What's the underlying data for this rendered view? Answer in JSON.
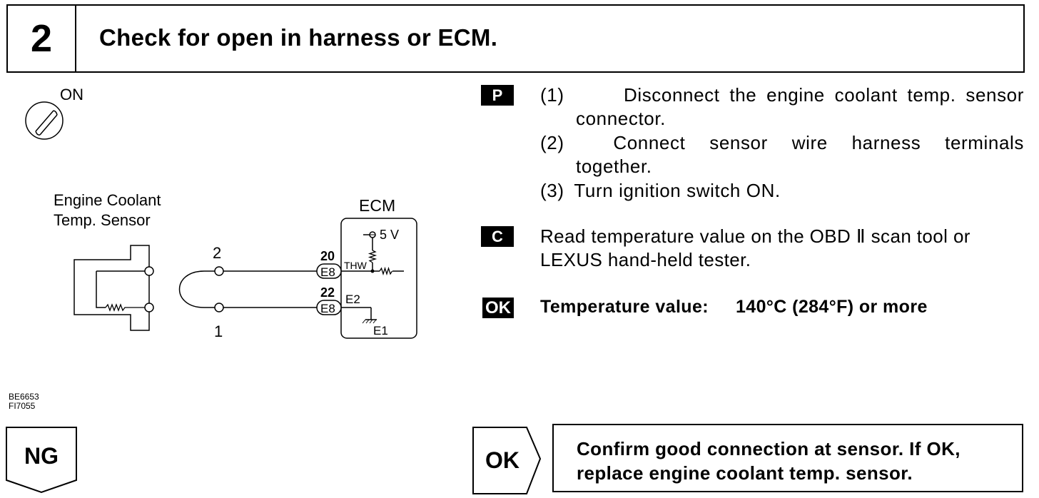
{
  "header": {
    "step_number": "2",
    "title": "Check for open in harness or ECM."
  },
  "diagram": {
    "ignition_label": "ON",
    "sensor_label_line1": "Engine Coolant",
    "sensor_label_line2": "Temp. Sensor",
    "ecm_label": "ECM",
    "supply_label": "5 V",
    "terminal_2": "2",
    "terminal_1": "1",
    "pin_thw_number": "20",
    "pin_thw_connector": "E8",
    "pin_thw_name": "THW",
    "pin_e2_number": "22",
    "pin_e2_connector": "E8",
    "pin_e2_name": "E2",
    "ground_label": "E1"
  },
  "figure_codes": [
    "BE6653",
    "FI7055"
  ],
  "instructions": {
    "p_badge": "P",
    "steps": [
      {
        "num": "(1)",
        "line1": "Disconnect the engine coolant temp. sensor",
        "line2": "connector."
      },
      {
        "num": "(2)",
        "line1": "Connect sensor wire harness terminals",
        "line2": "together."
      },
      {
        "num": "(3)",
        "line1": "Turn ignition switch ON.",
        "line2": ""
      }
    ],
    "c_badge": "C",
    "check_line1": "Read temperature value on the OBD Ⅱ scan tool or",
    "check_line2": "LEXUS hand-held tester.",
    "ok_badge": "OK",
    "ok_label": "Temperature value:",
    "ok_value": "140°C (284°F) or more"
  },
  "results": {
    "ng_label": "NG",
    "ok_label": "OK",
    "ok_action_line1": "Confirm good connection at sensor. If OK,",
    "ok_action_line2": "replace engine coolant temp. sensor."
  }
}
